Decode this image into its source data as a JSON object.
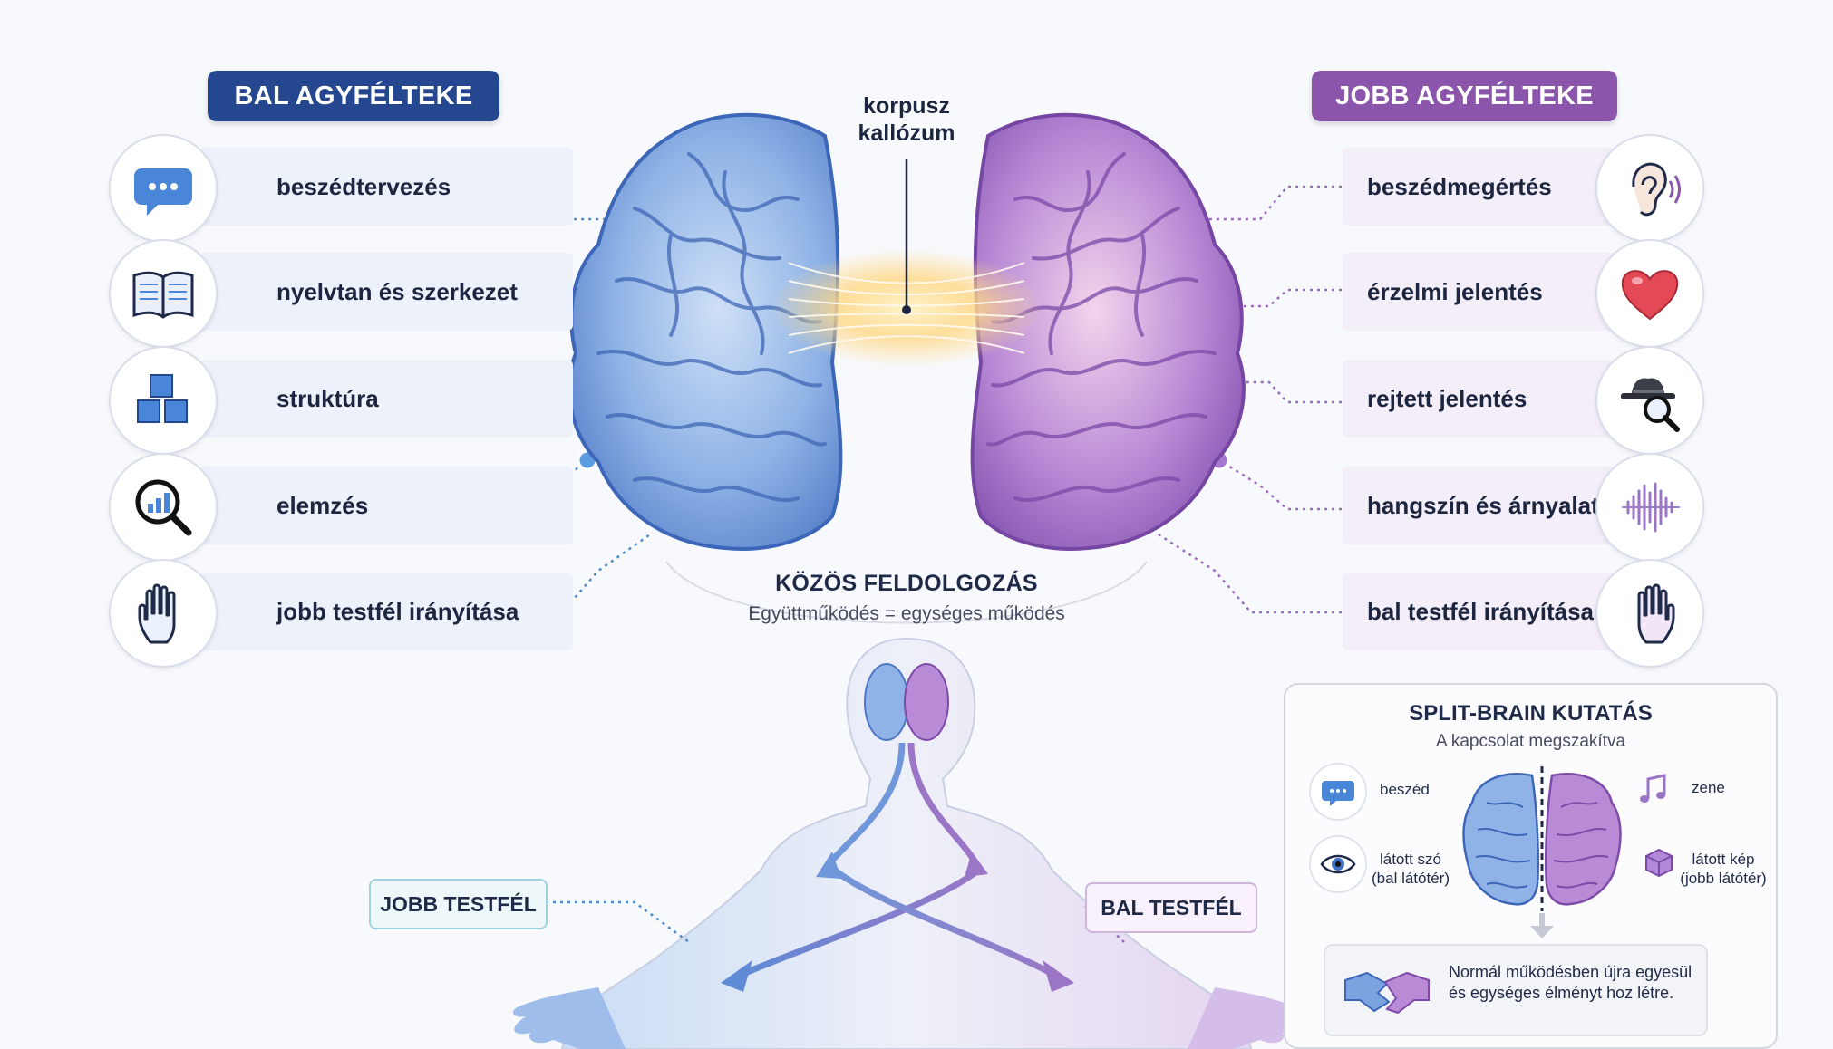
{
  "left_hemisphere": {
    "title": "BAL AGYFÉLTEKE",
    "functions": [
      {
        "label": "beszédtervezés",
        "icon": "speech-bubble-icon"
      },
      {
        "label": "nyelvtan és szerkezet",
        "icon": "open-book-icon"
      },
      {
        "label": "struktúra",
        "icon": "blocks-icon"
      },
      {
        "label": "elemzés",
        "icon": "magnifier-chart-icon"
      },
      {
        "label": "jobb testfél irányítása",
        "icon": "hand-icon"
      }
    ]
  },
  "right_hemisphere": {
    "title": "JOBB AGYFÉLTEKE",
    "functions": [
      {
        "label": "beszédmegértés",
        "icon": "ear-icon"
      },
      {
        "label": "érzelmi jelentés",
        "icon": "heart-icon"
      },
      {
        "label": "rejtett jelentés",
        "icon": "hat-magnifier-icon"
      },
      {
        "label": "hangszín és árnyalat",
        "icon": "soundwave-icon"
      },
      {
        "label": "bal testfél irányítása",
        "icon": "hand-icon"
      }
    ]
  },
  "corpus_callosum": {
    "label": "korpusz\nkallózum"
  },
  "shared_processing": {
    "title": "KÖZÖS FELDOLGOZÁS",
    "subtitle": "Együttműködés = egységes működés"
  },
  "body_labels": {
    "right_side": "JOBB TESTFÉL",
    "left_side": "BAL TESTFÉL"
  },
  "split_brain": {
    "title": "SPLIT-BRAIN KUTATÁS",
    "subtitle": "A kapcsolat megszakítva",
    "left_items": [
      {
        "label": "beszéd",
        "icon": "speech-bubble-icon"
      },
      {
        "label": "látott szó\n(bal látótér)",
        "icon": "eye-icon"
      }
    ],
    "right_items": [
      {
        "label": "zene",
        "icon": "music-note-icon"
      },
      {
        "label": "látott kép\n(jobb látótér)",
        "icon": "cube-icon"
      }
    ],
    "note": "Normál működésben újra egyesül és egységes élményt hoz létre.",
    "note_icon": "handshake-icon"
  },
  "colors": {
    "left_blue": "#25478f",
    "right_purple": "#8a55ab",
    "brain_blue": "#7aa3e0",
    "brain_purple": "#a97fd0",
    "callosum_glow": "#ffd98a"
  }
}
